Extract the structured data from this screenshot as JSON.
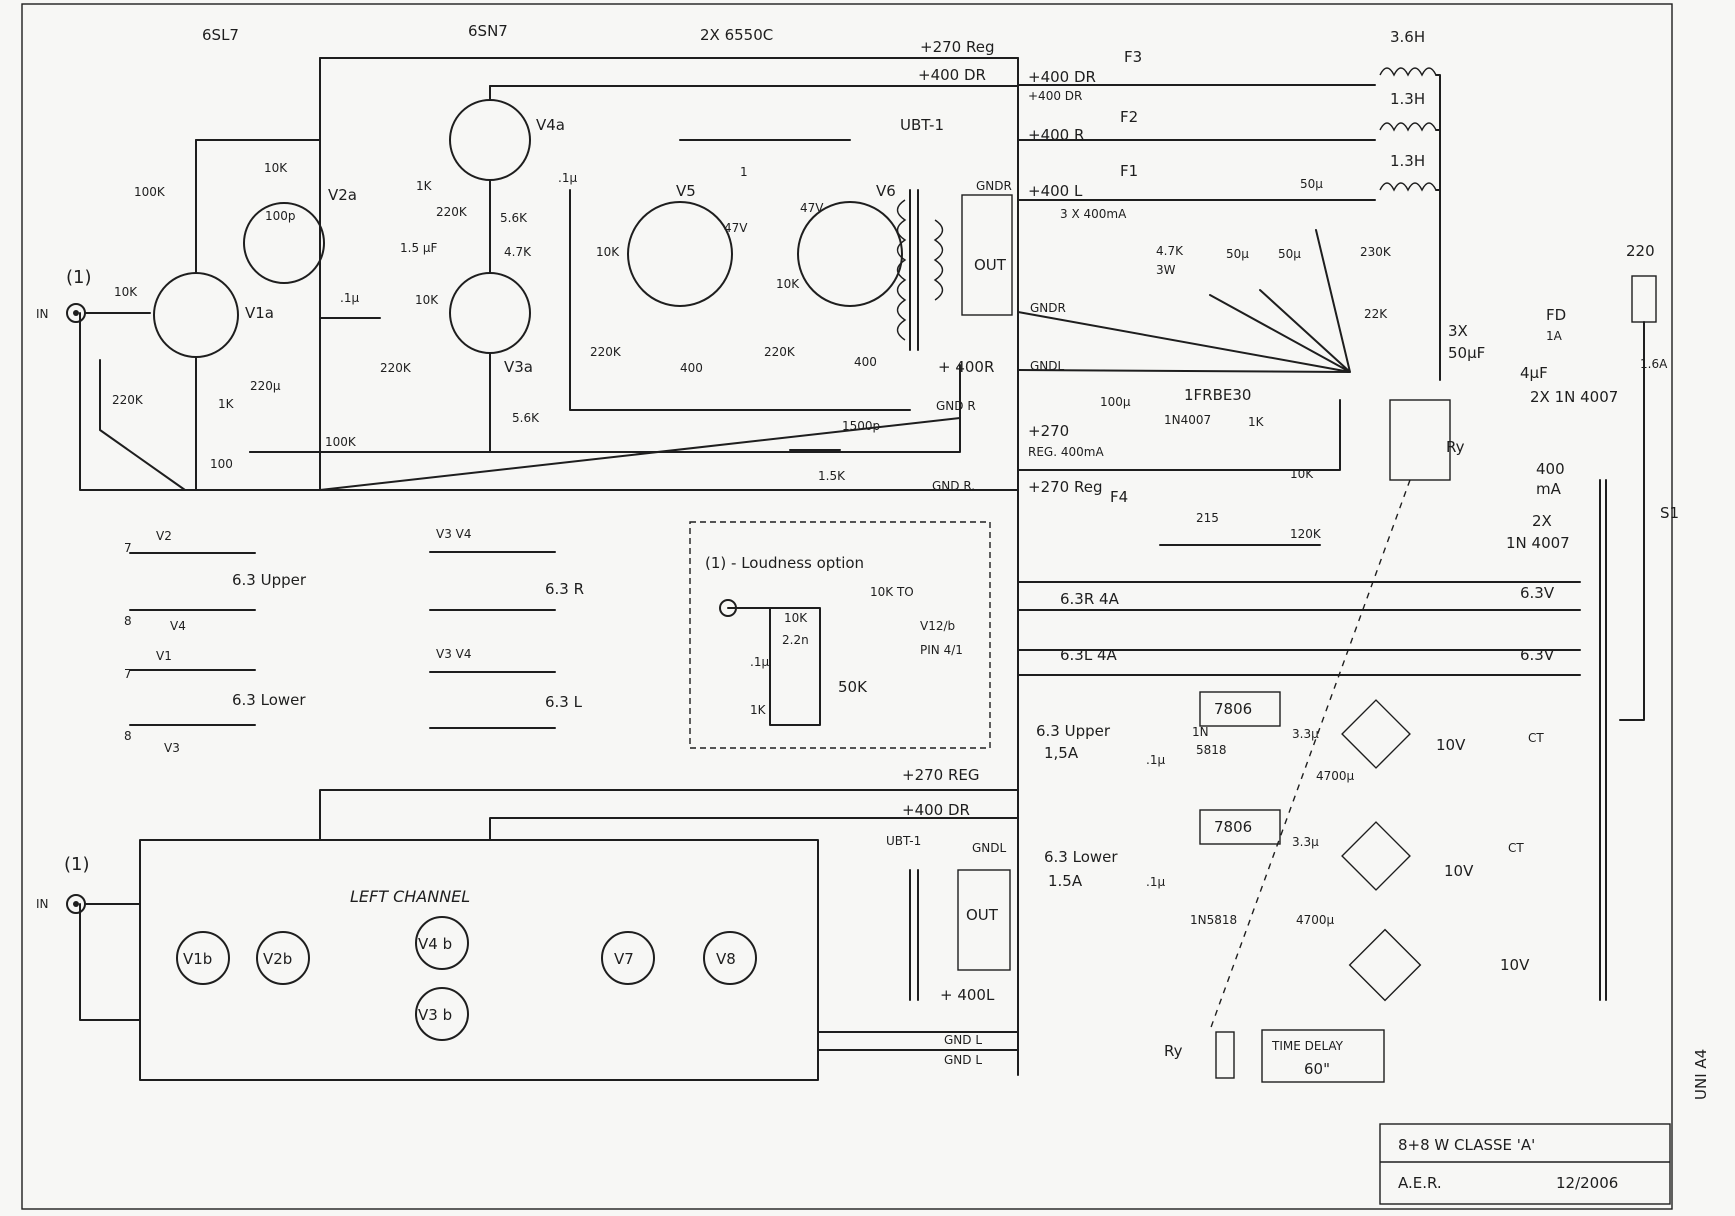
{
  "tubes_top": {
    "t1": "6SL7",
    "t2": "6SN7",
    "t3": "2X 6550C"
  },
  "rails": {
    "r270": "+270 Reg",
    "r400": "+400 DR",
    "gndr_out": "GNDR",
    "p400r": "+ 400R",
    "gnd_r": "GND R",
    "gnd_r2": "GND R."
  },
  "tube_labels": {
    "v1": "V1a",
    "v2": "V2a",
    "v4": "V4a",
    "v3": "V3a",
    "v5": "V5",
    "v6": "V6",
    "ubt": "UBT-1",
    "out": "OUT"
  },
  "input": {
    "marker": "(1)",
    "in": "IN"
  },
  "components_right": {
    "r1": "100K",
    "r2": "10K",
    "c1": "100p",
    "r3": "10K",
    "r4": "220K",
    "r5": "1K",
    "r6": "100",
    "c2": "220µ",
    "r7": "100K",
    "c3": ".1µ",
    "r8": "10K",
    "r9": "220K",
    "r10": "1K",
    "r11": "220K",
    "c4": "1.5 µF",
    "r12": "5.6K",
    "r13": "4.7K",
    "r14": "5.6K",
    "c5": ".1µ",
    "r15": "10K",
    "r16": "220K",
    "r17": "400",
    "r18": "220K",
    "r19": "10K",
    "r20": "400",
    "z1": "47V",
    "z2": "47V",
    "c6": "1500p",
    "r21": "1.5K",
    "n1": "1"
  },
  "heaters": {
    "h1_top": "V2",
    "h1_bot": "V4",
    "h1_lbl": "6.3 Upper",
    "h2_top": "V1",
    "h2_bot": "V3",
    "h2_lbl": "6.3 Lower",
    "h3_top": "V3 V4",
    "h3_lbl": "6.3 R",
    "h4_top": "V3 V4",
    "h4_lbl": "6.3 L",
    "p7": "7",
    "p8": "8"
  },
  "loudness": {
    "title": "(1) - Loudness option",
    "r1": "10K",
    "c1": "2.2n",
    "c2": ".1µ",
    "r2": "1K",
    "pot": "50K",
    "to": "10K TO",
    "to2": "V12/b",
    "pin": "PIN 4/1"
  },
  "left_channel": {
    "rail1": "+270 REG",
    "rail2": "+400 DR",
    "ubt": "UBT-1",
    "gnd": "GNDL",
    "out": "OUT",
    "p400": "+ 400L",
    "marker": "(1)",
    "in": "IN",
    "title": "LEFT CHANNEL",
    "tubes": [
      "V1b",
      "V2b",
      "V4 b",
      "V3 b",
      "V7",
      "V8"
    ],
    "gnd1": "GND L",
    "gnd2": "GND L"
  },
  "psu": {
    "r400dr": "+400 DR",
    "r400dr2": "+400 DR",
    "f3": "F3",
    "f2": "F2",
    "f1": "F1",
    "r400r": "+400 R",
    "r400l": "+400 L",
    "fuses": "3 X 400mA",
    "l1": "3.6H",
    "l2": "1.3H",
    "l3": "1.3H",
    "c50a": "50µ",
    "c50b": "50µ",
    "c50c": "50µ",
    "r47": "4.7K",
    "r47b": "3W",
    "r230": "230K",
    "r22": "22K",
    "gndr": "GNDR",
    "gndl": "GNDL",
    "c3x": "3X",
    "c3x2": "50µF",
    "c4": "4µF",
    "d2x": "2X 1N 4007",
    "fd": "FD",
    "fd2": "1A",
    "r270": "+270",
    "reg": "REG. 400mA",
    "r270reg": "+270 Reg",
    "f4": "F4",
    "c100": "100µ",
    "ifr": "1FRBE30",
    "d4007": "1N4007",
    "r1k": "1K",
    "z215": "215",
    "r10k": "10K",
    "r120k": "120K",
    "ry": "Ry",
    "n400": "400",
    "ma": "mA",
    "d2": "2X",
    "d2b": "1N 4007"
  },
  "heater_rails": {
    "h63r": "6.3R 4A",
    "h63l": "6.3L 4A",
    "v63a": "6.3V",
    "v63b": "6.3V",
    "upper": "6.3 Upper",
    "upper_a": "1,5A",
    "lower": "6.3 Lower",
    "lower_a": "1.5A",
    "reg1": "7806",
    "reg2": "7806",
    "d1": "1N",
    "d1b": "5818",
    "d2": "1N5818",
    "c01a": ".1µ",
    "c33a": "3.3µ",
    "c01b": ".1µ",
    "c33b": "3.3µ",
    "c4700a": "4700µ",
    "c4700b": "4700µ",
    "v10a": "10V",
    "v10b": "10V",
    "v10c": "10V",
    "ct1": "CT",
    "ct2": "CT"
  },
  "mains": {
    "v220": "220",
    "f": "1.6A",
    "s1": "S1"
  },
  "delay": {
    "ry": "Ry",
    "td": "TIME DELAY",
    "s": "60\""
  },
  "title_block": {
    "line1": "8+8 W CLASSE 'A'",
    "author": "A.E.R.",
    "date": "12/2006"
  },
  "margin": "UNI A4"
}
